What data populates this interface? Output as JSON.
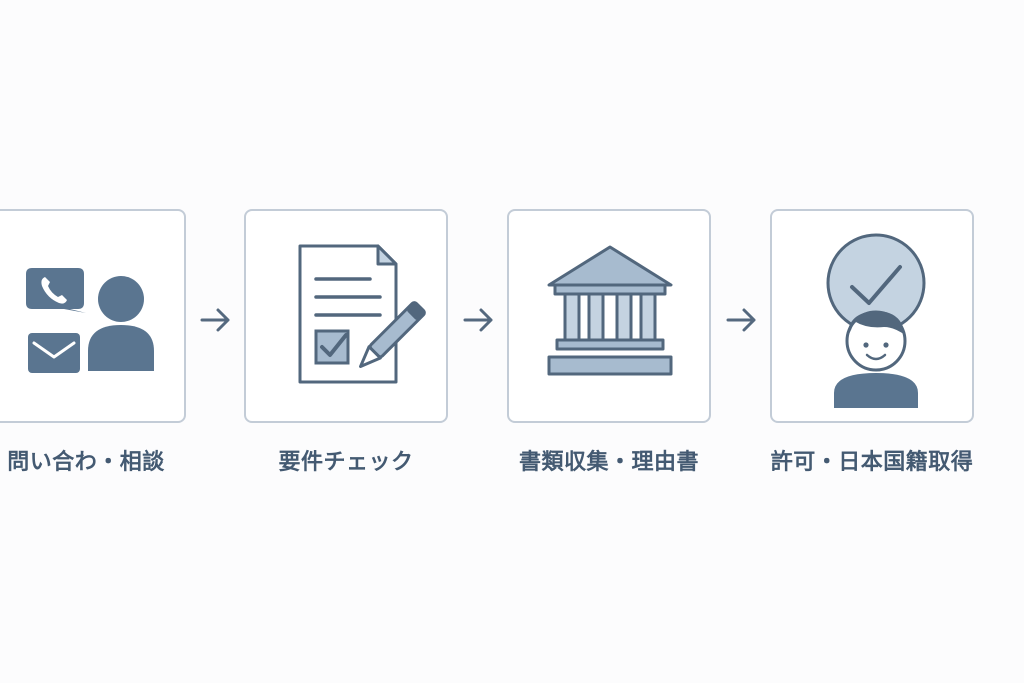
{
  "colors": {
    "icon_dark": "#5a7590",
    "icon_light": "#a7bbcf",
    "icon_pale": "#c4d3e1",
    "outline": "#52677d",
    "card_border": "#c3ccd7",
    "label_text": "#445a72",
    "background": "#fcfcfd"
  },
  "steps": [
    {
      "label": "問い合わ・相談",
      "icons": [
        "phone-chat-icon",
        "mail-icon",
        "person-icon"
      ]
    },
    {
      "label": "要件チェック",
      "icons": [
        "document-icon",
        "checkbox-icon",
        "pen-icon"
      ]
    },
    {
      "label": "書類収集・理由書",
      "icons": [
        "government-building-icon"
      ]
    },
    {
      "label": "許可・日本国籍取得",
      "icons": [
        "checkmark-circle-icon",
        "smiling-person-icon"
      ]
    }
  ],
  "arrows": [
    "right-arrow-icon",
    "right-arrow-icon",
    "right-arrow-icon"
  ]
}
